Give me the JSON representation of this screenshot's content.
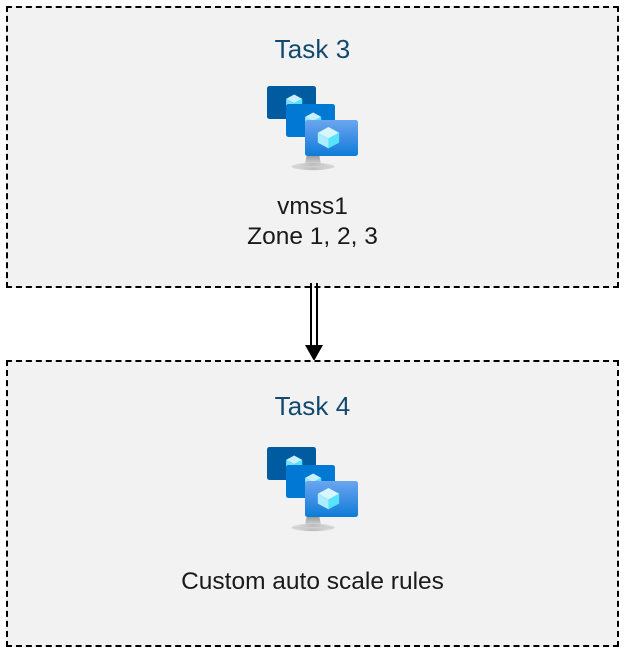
{
  "diagram": {
    "type": "flow",
    "background_color": "#FFFFFF",
    "box_fill_color": "#F2F2F2",
    "box_border_color": "#000000",
    "box_border_style": "dashed",
    "title_color": "#12496E",
    "caption_color": "#1A1A1A",
    "connector_color": "#000000",
    "nodes": [
      {
        "id": "task-3",
        "title": "Task 3",
        "caption": "vmss1\nZone 1, 2, 3",
        "caption_lines": [
          "vmss1",
          "Zone 1, 2, 3"
        ],
        "icon": "virtual-machine-scale-set-icon"
      },
      {
        "id": "task-4",
        "title": "Task 4",
        "caption": "Custom auto scale rules",
        "caption_lines": [
          "Custom auto scale rules"
        ],
        "icon": "virtual-machine-scale-set-icon"
      }
    ],
    "edges": [
      {
        "id": "task-3-to-task-4",
        "from": "task-3",
        "to": "task-4",
        "style": "double-line",
        "arrowhead": "filled-triangle",
        "direction": "down"
      }
    ],
    "icon_palette": {
      "monitor_back": "#005BA1",
      "monitor_middle": "#0078D4",
      "monitor_front_top": "#5EA0EF",
      "monitor_front_bottom": "#0C83E0",
      "cube_top": "#C3F1FF",
      "cube_left": "#9CEBFF",
      "cube_right": "#50E6FF",
      "stand": "#B3B3B3"
    }
  }
}
